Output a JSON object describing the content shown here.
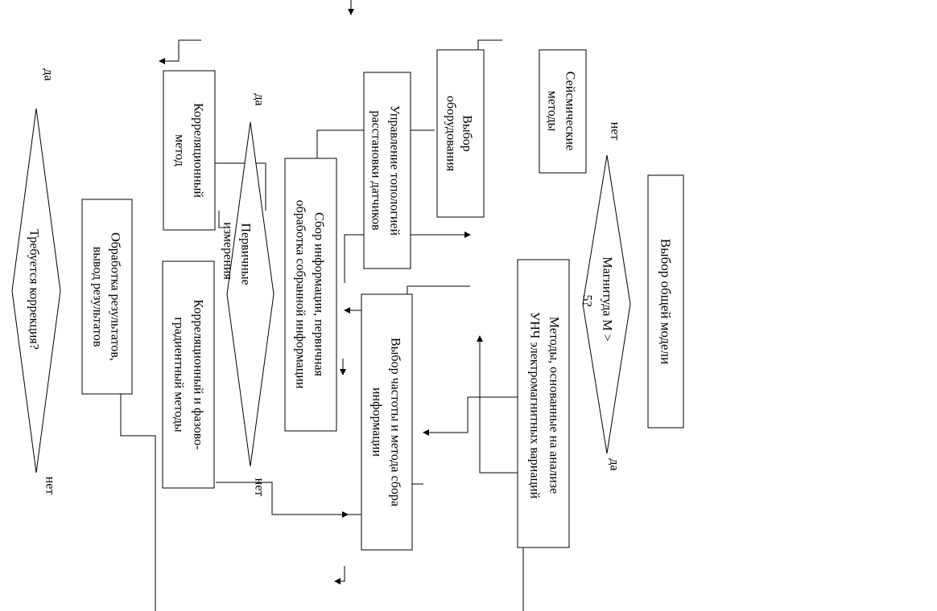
{
  "diagram": {
    "nodes": {
      "general_model": "Выбор общей модели",
      "magnitude_decision": [
        "Магнитуда M >",
        "5?"
      ],
      "yes_mag": "да",
      "no_mag": "нет",
      "seismic": [
        "Сейсмические",
        "методы"
      ],
      "ulf_methods": [
        "Методы, основанные на анализе",
        "УНЧ электромагнитных вариаций"
      ],
      "equipment": [
        "Выбор",
        "оборудования"
      ],
      "frequency": [
        "Выбор частоты и метода сбора",
        "информации"
      ],
      "topology": [
        "Управление топологией",
        "расстановки датчиков"
      ],
      "collection": [
        "Сбор информации, первичная",
        "обработка собранной информации"
      ],
      "primary_decision": [
        "Первичные",
        "измерения"
      ],
      "yes_primary": "да",
      "no_primary": "нет",
      "correlation": [
        "Корреляционный",
        "метод"
      ],
      "corr_phase": [
        "Корреляционный и фазово-",
        "градиентный методы"
      ],
      "processing": [
        "Обработка результатов,",
        "вывод результатов"
      ],
      "correction_decision": "Требуется коррекция?",
      "yes_corr": "да",
      "no_corr": "нет"
    }
  }
}
